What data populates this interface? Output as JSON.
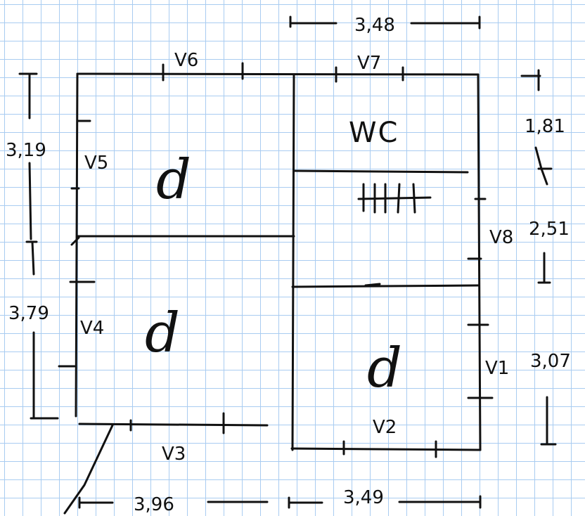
{
  "walls": {
    "outline_color": "#111111",
    "grid_color": "#a9ccf1"
  },
  "rooms": {
    "top_left": "d",
    "bottom_left": "d",
    "bottom_right": "d",
    "top_right": "WC"
  },
  "windows": {
    "v1": "V1",
    "v2": "V2",
    "v3": "V3",
    "v4": "V4",
    "v5": "V5",
    "v6": "V6",
    "v7": "V7",
    "v8": "V8"
  },
  "dimensions": {
    "top_right_width": "3,48",
    "left_top_height": "3,19",
    "left_bottom_height": "3,79",
    "right_top_height": "1,81",
    "right_mid_height": "2,51",
    "right_bottom_height": "3,07",
    "bottom_left_width": "3,96",
    "bottom_right_width": "3,49"
  }
}
